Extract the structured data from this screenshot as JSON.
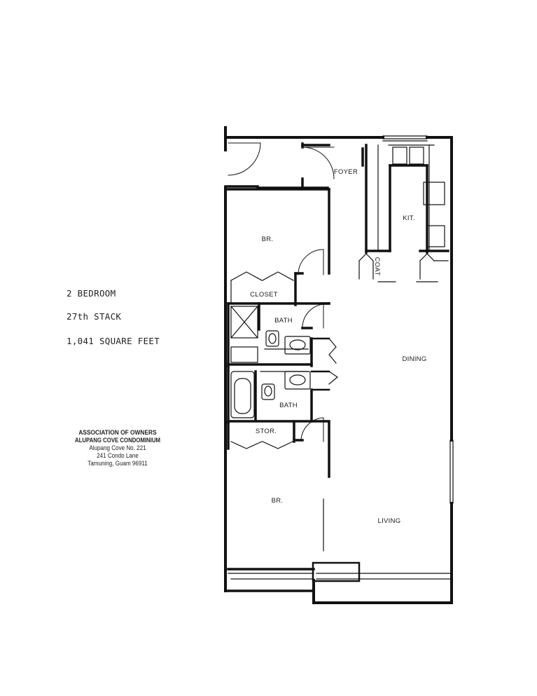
{
  "unit": {
    "type": "2 BEDROOM",
    "stack": "27th STACK",
    "area": "1,041 SQUARE FEET"
  },
  "owner": {
    "line1": "ASSOCIATION OF OWNERS",
    "line2": "ALUPANG COVE CONDOMINIUM",
    "line3": "Alupang Cove No. 221",
    "line4": "241 Condo Lane",
    "line5": "Tamuning, Guam 96911"
  },
  "rooms": {
    "foyer": "FOYER",
    "kitchen": "KIT.",
    "coat": "COAT",
    "bedroom_1": "BR.",
    "closet": "CLOSET",
    "bath_1": "BATH",
    "dining": "DINING",
    "bath_2": "BATH",
    "storage": "STOR.",
    "bedroom_2": "BR.",
    "living": "LIVING"
  }
}
